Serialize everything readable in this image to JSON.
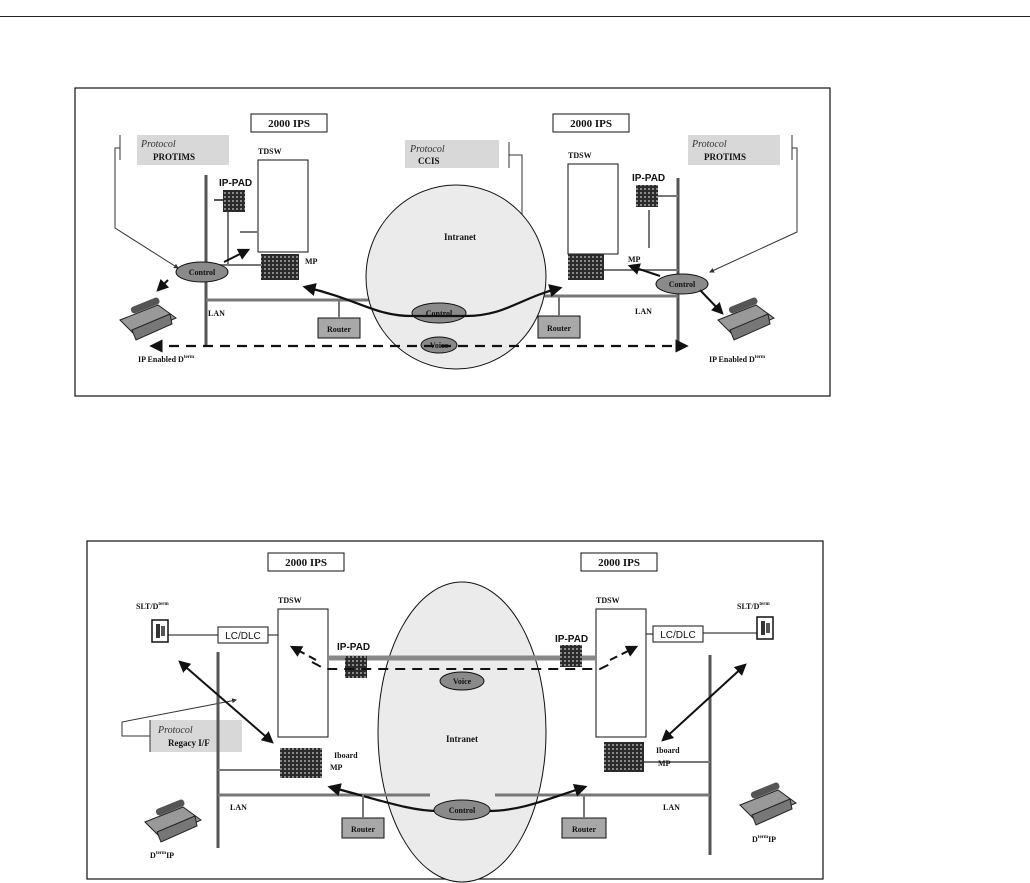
{
  "diagram1": {
    "ips_left": "2000 IPS",
    "ips_right": "2000 IPS",
    "protocol_left_title": "Protocol",
    "protocol_left_name": "PROTIMS",
    "protocol_center_title": "Protocol",
    "protocol_center_name": "CCIS",
    "protocol_right_title": "Protocol",
    "protocol_right_name": "PROTIMS",
    "tdsw_left": "TDSW",
    "tdsw_right": "TDSW",
    "ippad_left": "IP-PAD",
    "ippad_right": "IP-PAD",
    "mp_left": "MP",
    "mp_right": "MP",
    "intranet": "Intranet",
    "control_left": "Control",
    "control_center": "Control",
    "control_right": "Control",
    "voice": "Voice",
    "lan_left": "LAN",
    "lan_right": "LAN",
    "router_left": "Router",
    "router_right": "Router",
    "terminal_left": "IP Enabled D",
    "terminal_left_sup": "term",
    "terminal_right": "IP Enabled D",
    "terminal_right_sup": "term"
  },
  "diagram2": {
    "ips_left": "2000 IPS",
    "ips_right": "2000 IPS",
    "slt_left": "SLT/D",
    "slt_left_sup": "term",
    "slt_right": "SLT/D",
    "slt_right_sup": "term",
    "tdsw_left": "TDSW",
    "tdsw_right": "TDSW",
    "lcdlc_left": "LC/DLC",
    "lcdlc_right": "LC/DLC",
    "ippad_left": "IP-PAD",
    "ippad_right": "IP-PAD",
    "voice": "Voice",
    "intranet": "Intranet",
    "protocol_title": "Protocol",
    "protocol_name": "Regacy I/F",
    "iboard_left": "Iboard",
    "mp_left": "MP",
    "iboard_right": "Iboard",
    "mp_right": "MP",
    "lan_left": "LAN",
    "lan_right": "LAN",
    "control": "Control",
    "router_left": "Router",
    "router_right": "Router",
    "terminal_left": "D",
    "terminal_left_sup": "term",
    "terminal_left_suffix": "IP",
    "terminal_right": "D",
    "terminal_right_sup": "term",
    "terminal_right_suffix": "IP"
  }
}
